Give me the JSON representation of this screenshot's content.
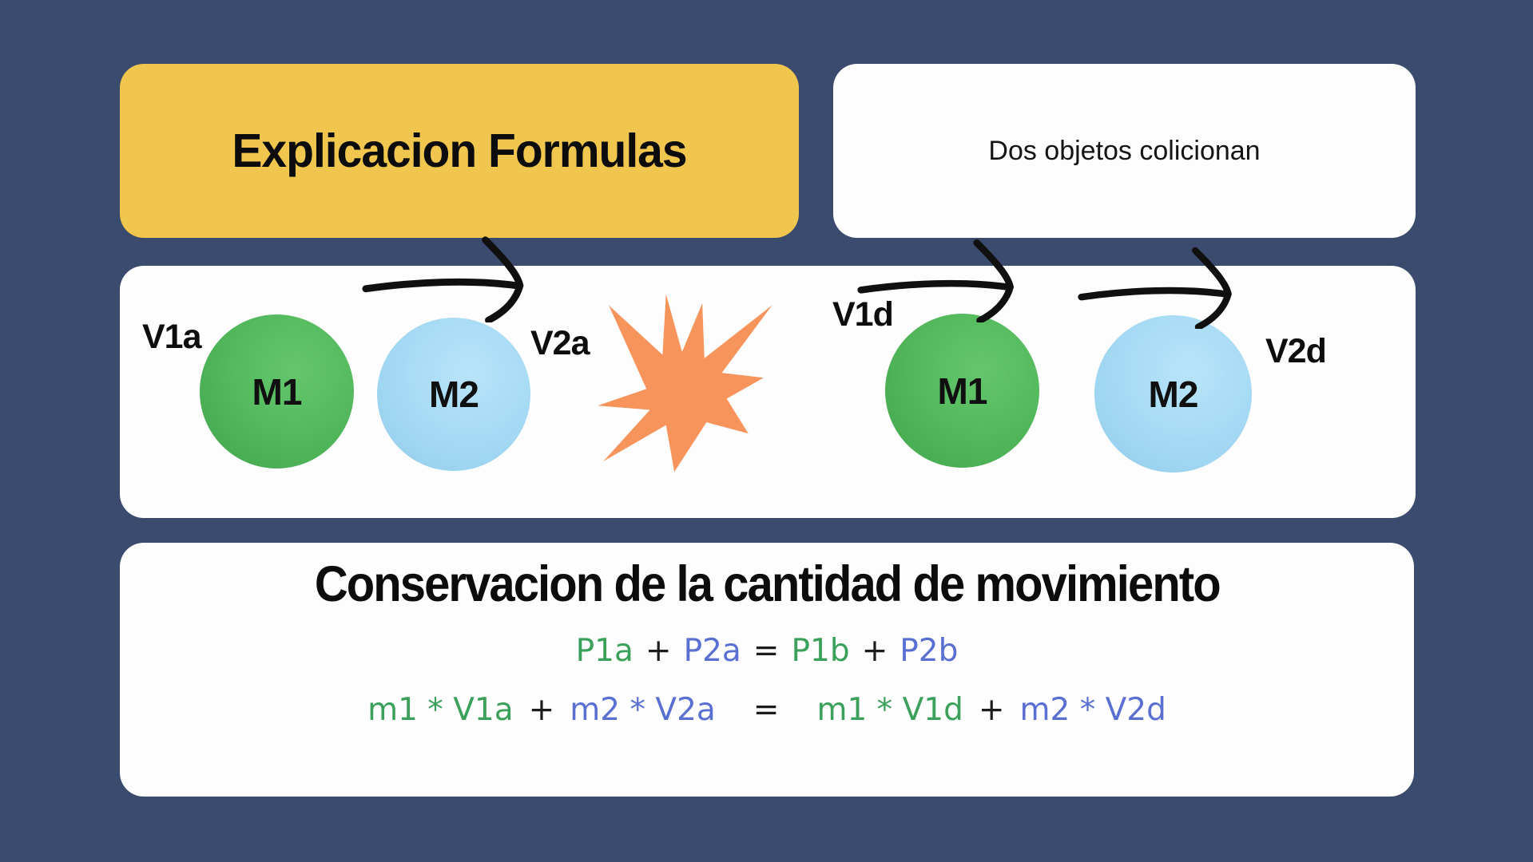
{
  "colors": {
    "background": "#3b4b6d",
    "title_card": "#f0c64e",
    "card_white": "#fdfdfe",
    "mass1_green": "#52b75b",
    "mass2_blue": "#a6daf4",
    "starburst_orange": "#f7945b",
    "formula_green": "#3ba15a",
    "formula_blue": "#5a6fd2",
    "text_black": "#0c0c0c"
  },
  "icons": {
    "velocity_arrow": "right-arrow-icon",
    "collision": "starburst-icon"
  },
  "header": {
    "title": "Explicacion Formulas",
    "caption": "Dos objetos colicionan"
  },
  "diagram": {
    "before": {
      "v1_label": "V1a",
      "m1_label": "M1",
      "m2_label": "M2",
      "v2_label": "V2a"
    },
    "after": {
      "v1_label": "V1d",
      "m1_label": "M1",
      "m2_label": "M2",
      "v2_label": "V2d"
    }
  },
  "formulas": {
    "title": "Conservacion de la cantidad de movimiento",
    "line1": [
      "P1a",
      "+",
      "P2a",
      "=",
      "P1b",
      "+",
      "P2b"
    ],
    "line2": [
      "m1 * V1a",
      "+",
      "m2 * V2a",
      "=",
      "m1 * V1d",
      "+",
      "m2 * V2d"
    ]
  }
}
